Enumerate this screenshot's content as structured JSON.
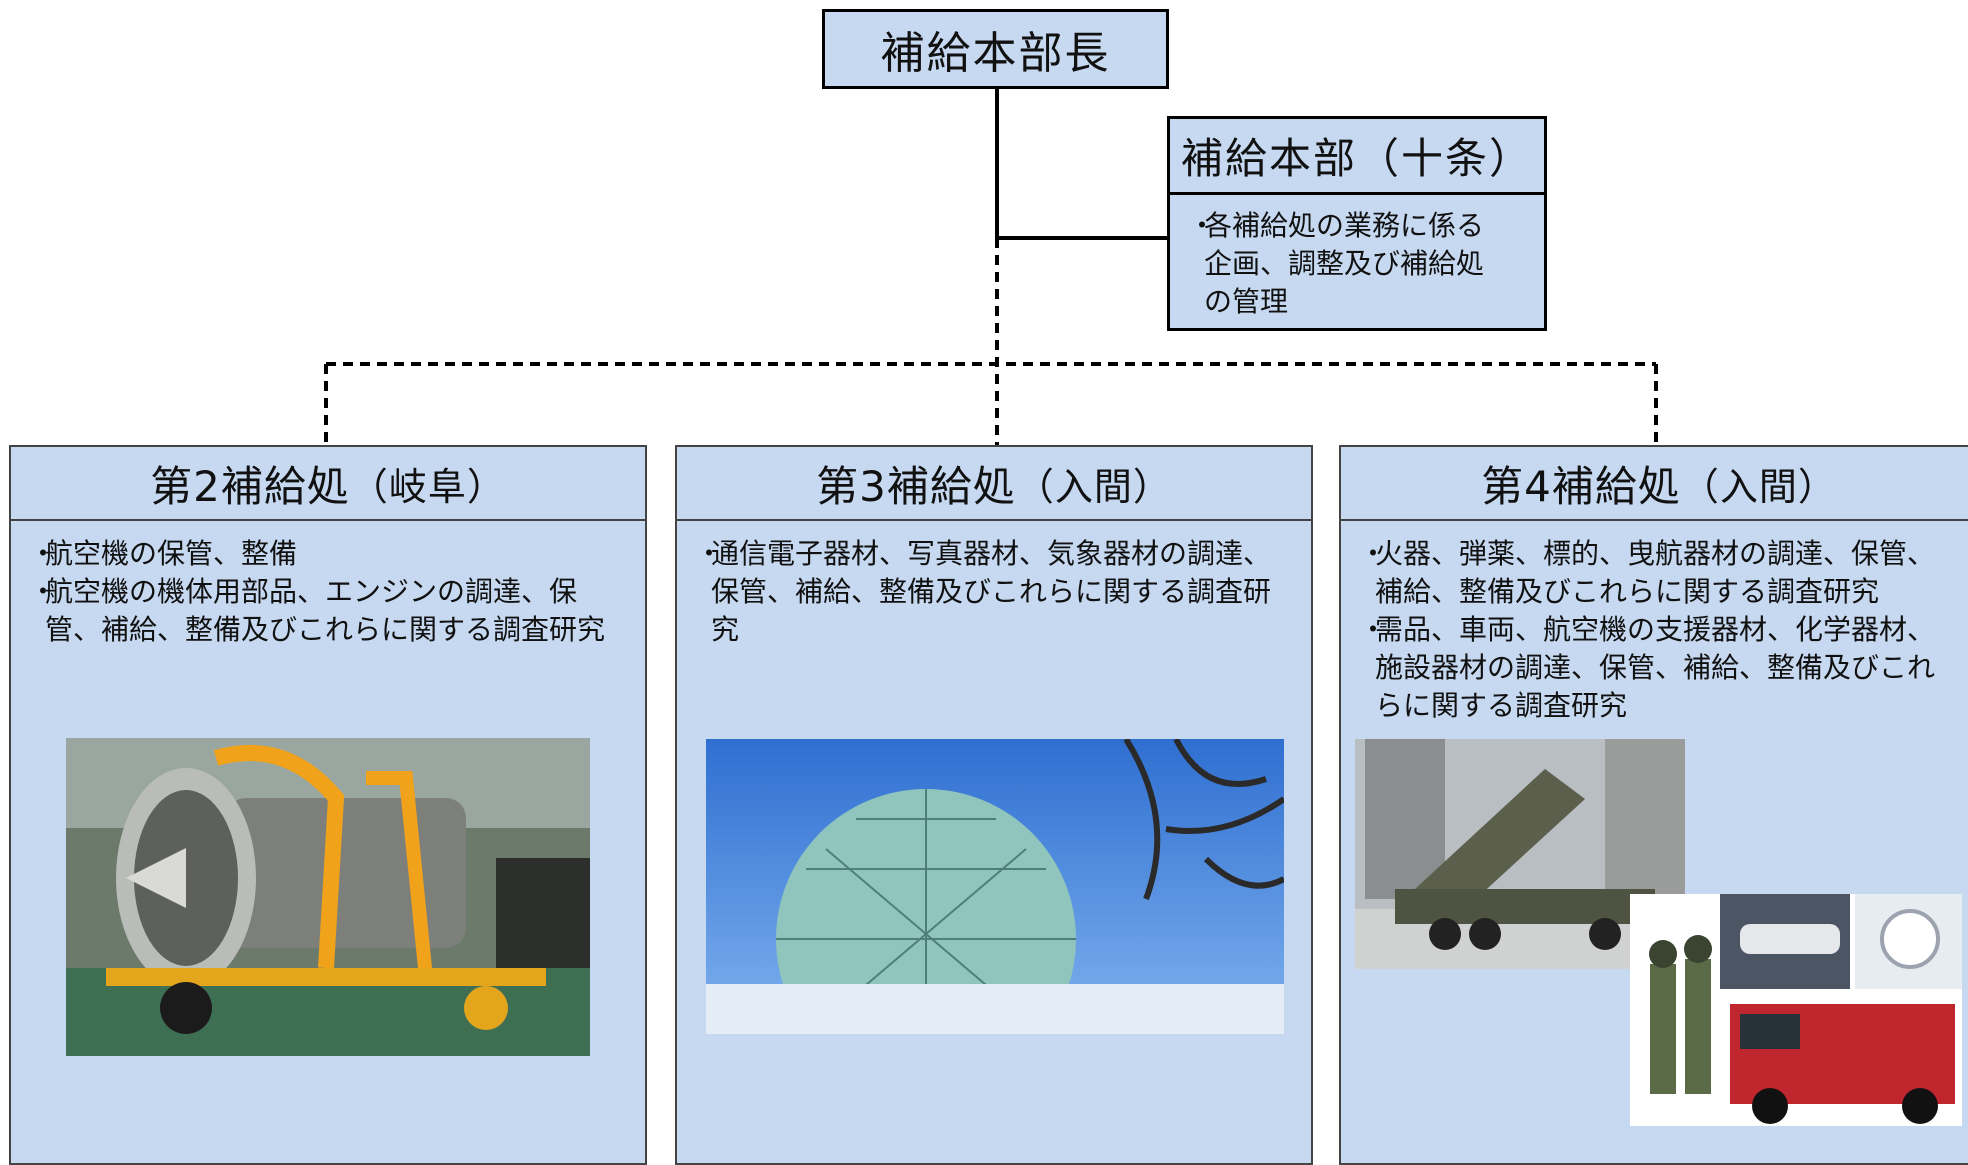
{
  "hq_chief": {
    "title": "補給本部長"
  },
  "hq": {
    "title": "補給本部（十条）",
    "bullet_mark": "・",
    "description": [
      "各補給処の業務に係る",
      "企画、調整及び補給処",
      "の管理"
    ]
  },
  "depots": [
    {
      "name": "第2補給処",
      "location": "（岐阜）",
      "bullets": [
        "航空機の保管、整備",
        "航空機の機体用部品、エンジンの調達、保管、補給、整備及びこれらに関する調査研究"
      ],
      "photo": "jet-engine"
    },
    {
      "name": "第3補給処",
      "location": "（入間）",
      "bullets": [
        "通信電子器材、写真器材、気象器材の調達、保管、補給、整備及びこれらに関する調査研究"
      ],
      "photo": "radar-dome"
    },
    {
      "name": "第4補給処",
      "location": "（入間）",
      "bullets": [
        "火器、弾薬、標的、曳航器材の調達、保管、補給、整備及びこれらに関する調査研究",
        "需品、車両、航空機の支援器材、化学器材、施設器材の調達、保管、補給、整備及びこれらに関する調査研究"
      ],
      "photo": "missile-launcher-and-vehicles"
    }
  ],
  "colors": {
    "box_fill": "#c6d9f1",
    "line": "#000000"
  }
}
